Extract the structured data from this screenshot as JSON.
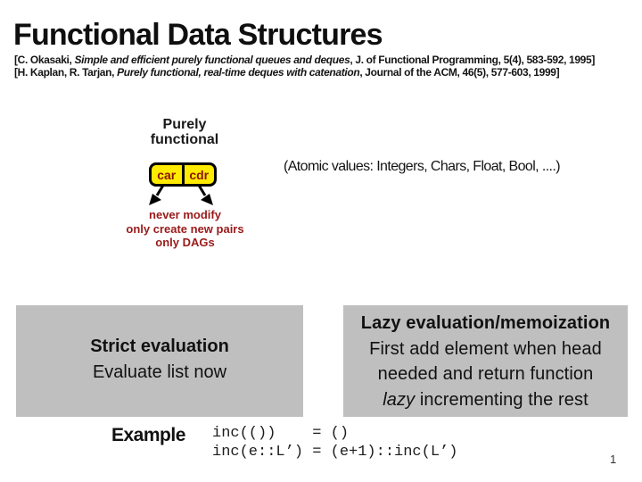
{
  "slide": {
    "title": "Functional Data Structures",
    "citations": [
      {
        "prefix": "[C. Okasaki, ",
        "italic_title": "Simple and efficient purely functional queues and deques",
        "suffix": ", J. of Functional Programming, 5(4), 583-592, 1995]"
      },
      {
        "prefix": "[H. Kaplan, R. Tarjan, ",
        "italic_title": "Purely functional, real-time deques with catenation",
        "suffix": ", Journal of the ACM, 46(5), 577-603, 1999]"
      }
    ],
    "diagram": {
      "label": {
        "line1": "Purely",
        "line2": "functional"
      },
      "pair_cells": {
        "left": "car",
        "right": "cdr"
      },
      "notes": [
        "never modify",
        "only create new pairs",
        "only DAGs"
      ]
    },
    "atomic_note": "(Atomic values: Integers, Chars, Float, Bool, ....)",
    "strict_box": {
      "heading": "Strict evaluation",
      "body": "Evaluate list now"
    },
    "lazy_box": {
      "heading": "Lazy evaluation/memoization",
      "line2": "First add element when head",
      "line3": "needed and return function",
      "line4_italic": "lazy",
      "line4_rest": " incrementing the rest"
    },
    "example": {
      "label": "Example",
      "code_lines": [
        "inc(())    = ()",
        "inc(e::L’) = (e+1)::inc(L’)"
      ]
    },
    "page_number": "1",
    "colors": {
      "accent_dark_red": "#9A1A1A",
      "cell_text_red": "#8B1500",
      "cell_yellow": "#FFEB00",
      "box_gray": "#BFBFBF"
    }
  }
}
